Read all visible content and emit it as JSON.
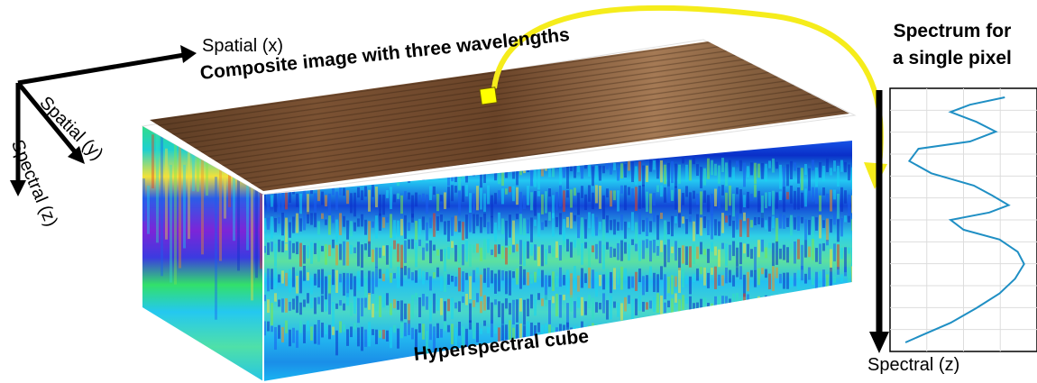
{
  "labels": {
    "composite_title": "Composite image with three wavelengths",
    "cube_title": "Hyperspectral cube",
    "axis_x": "Spatial (x)",
    "axis_y": "Spatial (y)",
    "axis_z": "Spectral (z)",
    "spectrum_title_line1": "Spectrum for",
    "spectrum_title_line2": "a single pixel",
    "spectrum_axis": "Spectral (z)"
  },
  "colors": {
    "highlight_arrow": "#f5ec1b",
    "pixel_marker": "#ffff00",
    "spectrum_line": "#1f8fc4",
    "axis_arrow": "#000000",
    "wood_light": "#9a6b44",
    "wood_dark": "#3d2414",
    "cube_low": "#0a2fc8",
    "cube_mid": "#18d6f0",
    "cube_high": "#e83a1a"
  },
  "spectrum_profile": [
    [
      0.0,
      0.82
    ],
    [
      0.03,
      0.55
    ],
    [
      0.06,
      0.4
    ],
    [
      0.1,
      0.6
    ],
    [
      0.14,
      0.75
    ],
    [
      0.18,
      0.55
    ],
    [
      0.21,
      0.15
    ],
    [
      0.26,
      0.08
    ],
    [
      0.31,
      0.25
    ],
    [
      0.36,
      0.58
    ],
    [
      0.4,
      0.72
    ],
    [
      0.44,
      0.85
    ],
    [
      0.47,
      0.7
    ],
    [
      0.5,
      0.4
    ],
    [
      0.54,
      0.5
    ],
    [
      0.58,
      0.78
    ],
    [
      0.63,
      0.92
    ],
    [
      0.68,
      0.97
    ],
    [
      0.74,
      0.9
    ],
    [
      0.8,
      0.78
    ],
    [
      0.86,
      0.6
    ],
    [
      0.92,
      0.4
    ],
    [
      0.97,
      0.18
    ],
    [
      1.0,
      0.05
    ]
  ]
}
